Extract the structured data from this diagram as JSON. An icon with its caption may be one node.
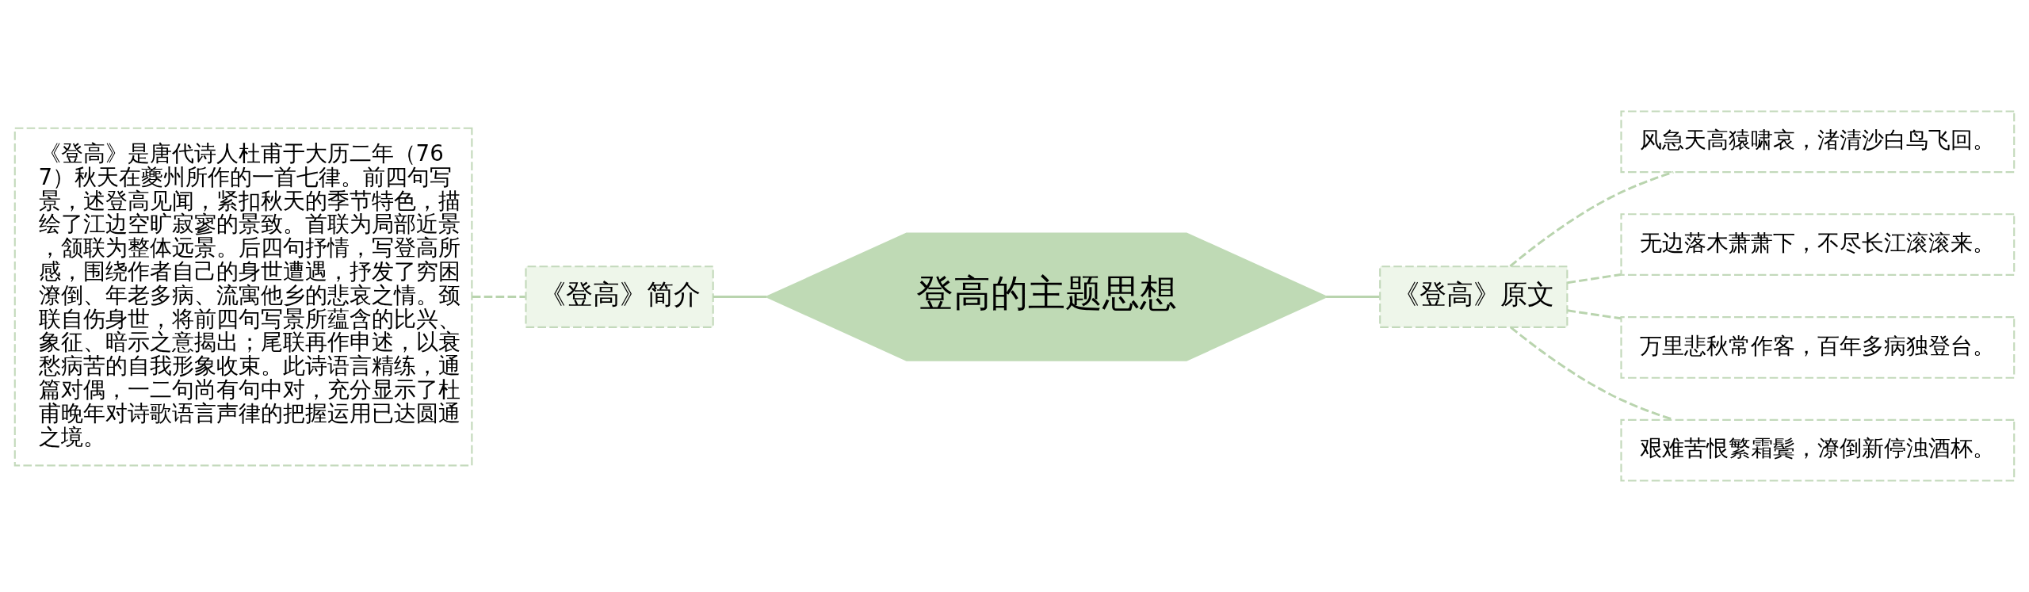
{
  "diagram": {
    "nodes": [
      {
        "text": [
          "登高的主题思想"
        ]
      },
      {
        "text": [
          "《登高》简介"
        ]
      },
      {
        "text": [
          "《登高》是唐代诗人杜甫于大历二年（767）秋天在夔州所作的一首七律。前四句写景，述登高见闻，紧扣秋天的季节特色，描绘了江边空旷寂寥的景致。首联为局部近景，颔联为整体远景。后四句抒情，写登高所感，围绕作者自己的身世遭遇，抒发了穷困潦倒、年老多病、流寓他乡的悲哀之情。颈联自伤身世，将前四句写景所蕴含的比兴、象征、暗示之意揭出；尾联再作申述，以衰愁病苦的自我形象收束。此诗语言精练，通篇对偶，一二句尚有句中对，充分显示了杜甫晚年对诗歌语言声律的把握运用已达圆通之境。"
        ]
      },
      {
        "text": [
          "《登高》原文"
        ]
      },
      {
        "text": [
          "风急天高猿啸哀，渚清沙白鸟飞回。"
        ]
      },
      {
        "text": [
          "无边落木萧萧下，不尽长江滚滚来。"
        ]
      },
      {
        "text": [
          "万里悲秋常作客，百年多病独登台。"
        ]
      },
      {
        "text": [
          "艰难苦恨繁霜鬓，潦倒新停浊酒杯。"
        ]
      }
    ],
    "edges": [
      {
        "from": 0,
        "to": 1,
        "arrow": "none"
      },
      {
        "from": 1,
        "to": 2,
        "arrow": "none",
        "style": "dashed"
      },
      {
        "from": 0,
        "to": 3,
        "arrow": "none"
      },
      {
        "from": 3,
        "to": 4,
        "arrow": "none",
        "style": "dashed"
      },
      {
        "from": 3,
        "to": 5,
        "arrow": "none",
        "style": "dashed"
      },
      {
        "from": 3,
        "to": 6,
        "arrow": "none",
        "style": "dashed"
      },
      {
        "from": 3,
        "to": 7,
        "arrow": "none",
        "style": "dashed"
      }
    ]
  }
}
